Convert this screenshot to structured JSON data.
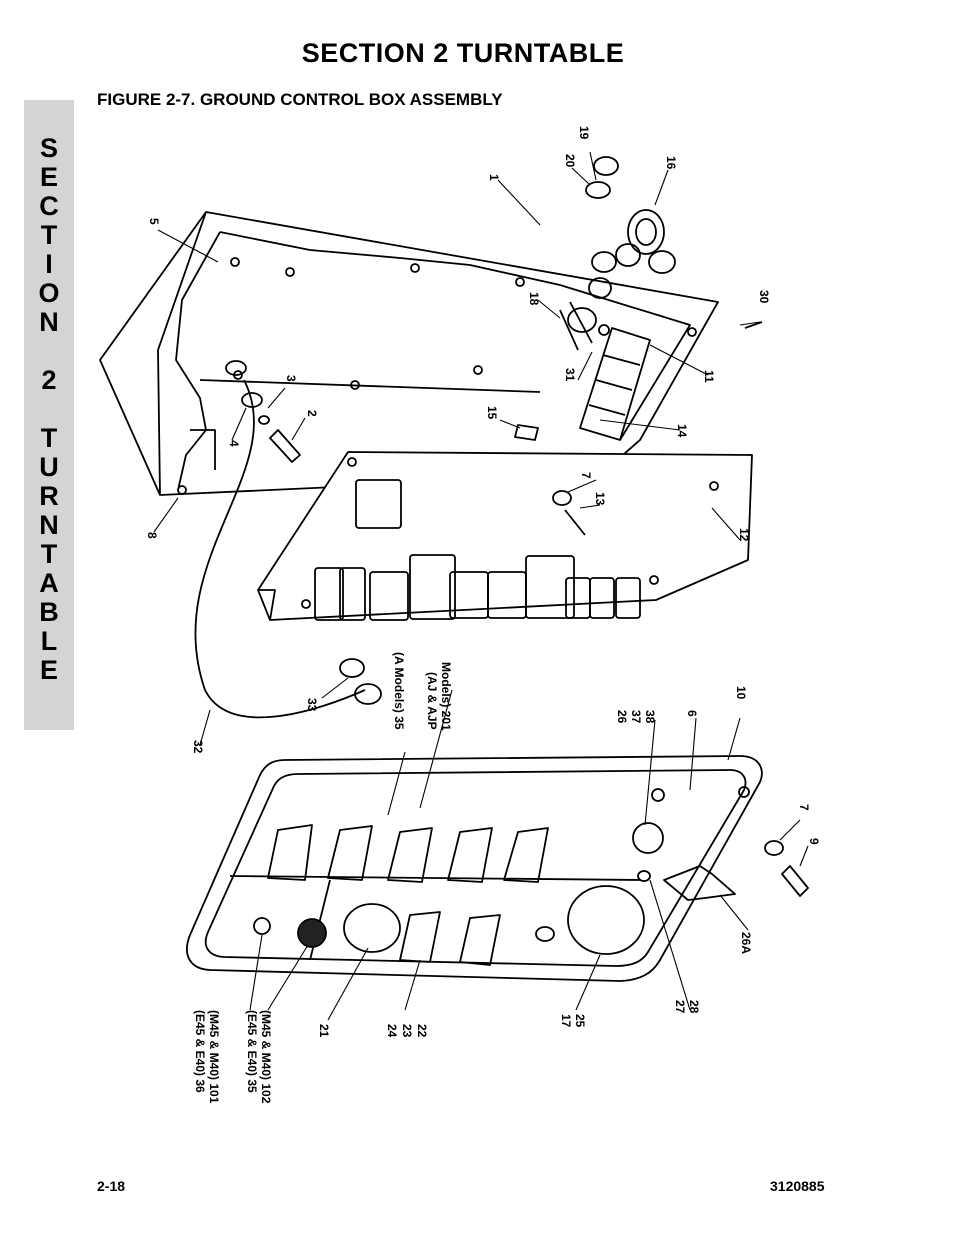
{
  "header": {
    "section_title": "SECTION 2  TURNTABLE"
  },
  "figure": {
    "title": "FIGURE 2-7.    GROUND CONTROL BOX ASSEMBLY"
  },
  "side_tab": {
    "letters": [
      "S",
      "E",
      "C",
      "T",
      "I",
      "O",
      "N",
      "",
      "2",
      "",
      "T",
      "U",
      "R",
      "N",
      "T",
      "A",
      "B",
      "L",
      "E"
    ]
  },
  "callouts": {
    "c1": "1",
    "c2": "2",
    "c3": "3",
    "c4": "4",
    "c5": "5",
    "c6": "6",
    "c7a": "7",
    "c7b": "7",
    "c8": "8",
    "c9": "9",
    "c10": "10",
    "c11": "11",
    "c12": "12",
    "c13": "13",
    "c14": "14",
    "c15": "15",
    "c16": "16",
    "c18": "18",
    "c19": "19",
    "c20": "20",
    "c21": "21",
    "c26a": "26A",
    "c30": "30",
    "c31": "31",
    "c32": "32",
    "c33": "33",
    "c17_25": [
      "17",
      "25"
    ],
    "c24_23_22": [
      "24",
      "23",
      "22"
    ],
    "c26_37_38": [
      "26",
      "37",
      "38"
    ],
    "c27_28": [
      "27",
      "28"
    ],
    "a_models": "(A Models) 35",
    "aj_models": [
      "(AJ & AJP",
      "Models) 201"
    ],
    "e45_101": [
      "(E45 & E40) 36",
      "(M45 & M40) 101"
    ],
    "e45_102": [
      "(E45 & E40) 35",
      "(M45 & M40) 102"
    ]
  },
  "footer": {
    "page_number": "2-18",
    "doc_number": "3120885"
  }
}
